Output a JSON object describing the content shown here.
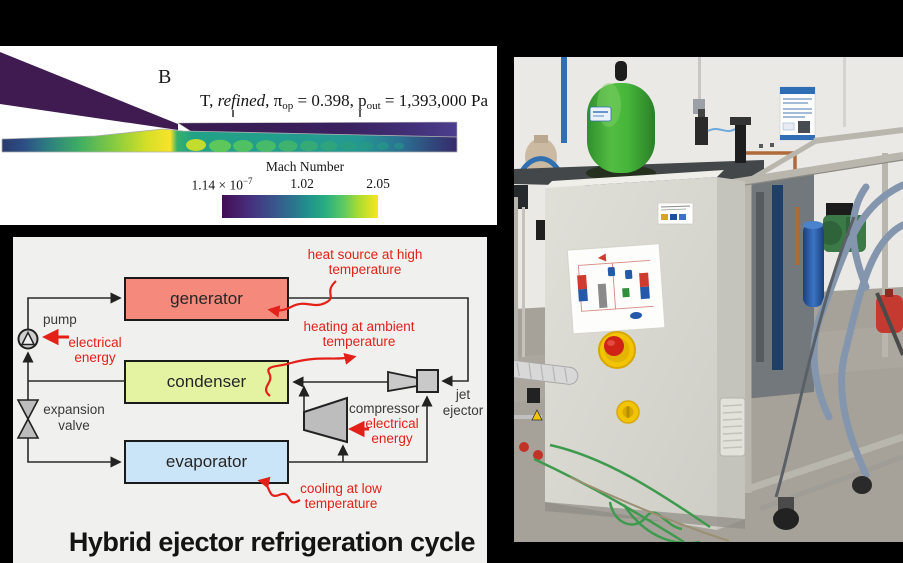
{
  "cfd": {
    "panel_label": "B",
    "caption": {
      "s1": "T, ",
      "s2": "refined",
      "s3": ", π",
      "s4": "op",
      "s5": " = 0.398, p",
      "s6": "out",
      "s7": " = 1,393,000 Pa"
    },
    "colorbar": {
      "title": "Mach Number",
      "tick_min_base": "1.14 × 10",
      "tick_min_exp": "−7",
      "tick_mid": "1.02",
      "tick_max": "2.05",
      "colormap": "viridis",
      "range": [
        1.14e-07,
        2.05
      ],
      "colors": [
        "#440d54",
        "#3b528b",
        "#21918c",
        "#5ec962",
        "#fde725"
      ]
    }
  },
  "diagram": {
    "components": {
      "generator": "generator",
      "condenser": "condenser",
      "evaporator": "evaporator",
      "pump": "pump",
      "expansion_valve": "expansion valve",
      "compressor": "compressor",
      "jet_ejector": "jet ejector"
    },
    "annotations": {
      "heat_source": "heat source at high temperature",
      "electrical_energy_pump": "electrical energy",
      "heating_ambient": "heating at ambient temperature",
      "electrical_energy_compressor": "electrical energy",
      "cooling_low": "cooling at low temperature"
    },
    "title": "Hybrid ejector refrigeration cycle",
    "colors": {
      "generator_fill": "#f4897c",
      "condenser_fill": "#e4f3a2",
      "evaporator_fill": "#cbe5f8",
      "annotation_red": "#e32119",
      "line": "#2b2b2b",
      "symbol_gray": "#bdbdbd",
      "background": "#f0f0ee"
    }
  }
}
